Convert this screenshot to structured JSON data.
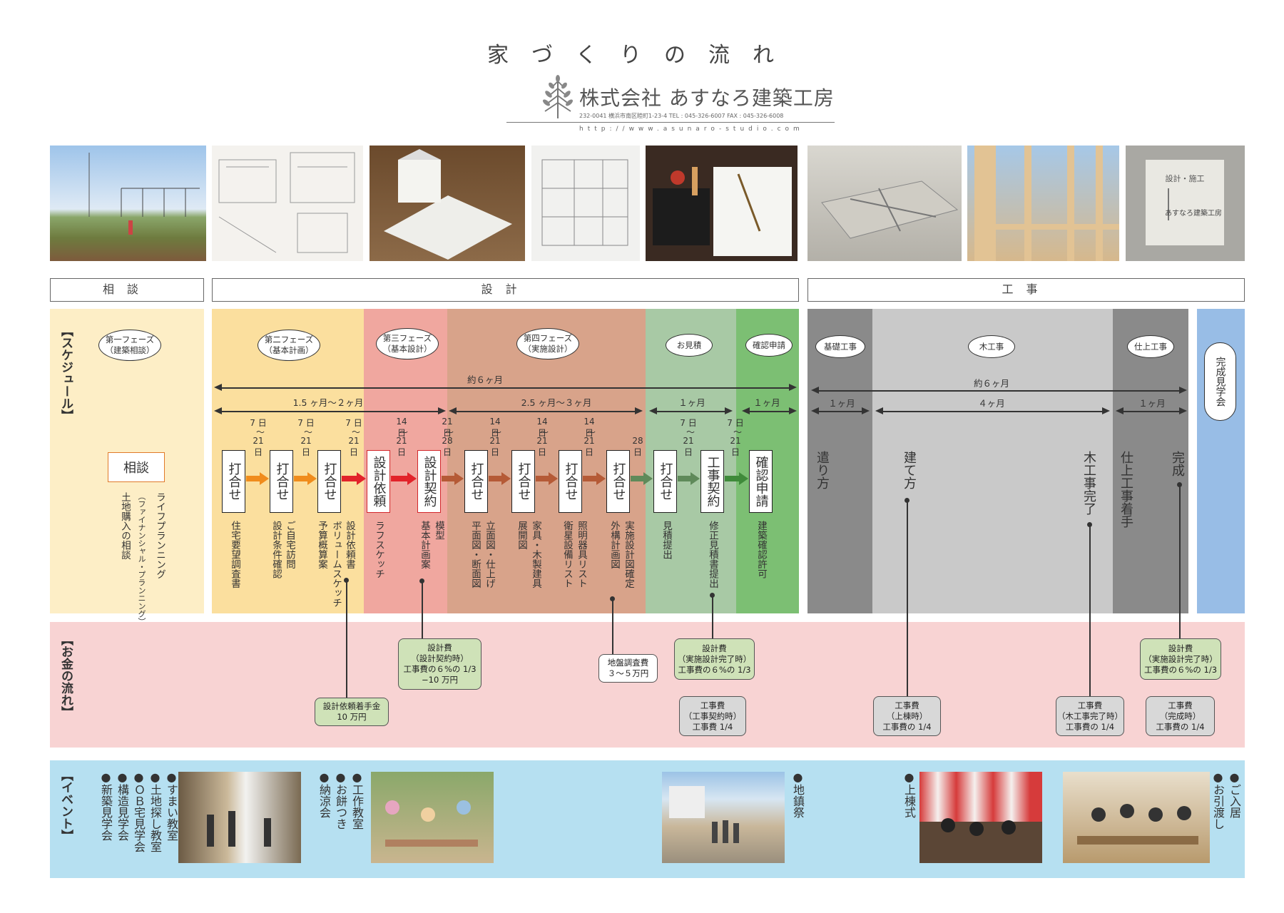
{
  "header": {
    "title": "家づくりの流れ",
    "company": "株式会社 あすなろ建築工房",
    "address": "232-0041 横浜市南区睦町1-23-4  TEL : 045-326-6007 FAX : 045-326-6008",
    "url": "http://www.asunaro-studio.com"
  },
  "photos": [
    {
      "name": "site-photo",
      "alt": "土地"
    },
    {
      "name": "plans-photo",
      "alt": "図面"
    },
    {
      "name": "model-photo",
      "alt": "模型"
    },
    {
      "name": "drawings-photo",
      "alt": "実施図面"
    },
    {
      "name": "contract-photo",
      "alt": "契約"
    },
    {
      "name": "foundation-photo",
      "alt": "基礎"
    },
    {
      "name": "framing-photo",
      "alt": "木工事"
    },
    {
      "name": "sign-photo",
      "alt": "看板"
    }
  ],
  "categories": {
    "consult": "相談",
    "design": "設計",
    "construction": "工事"
  },
  "sections": {
    "schedule": "【スケジュール】",
    "money": "【お金の流れ】",
    "events": "【イベント】"
  },
  "phases": {
    "p1": {
      "l1": "第一フェーズ",
      "l2": "（建築相談）"
    },
    "p2": {
      "l1": "第二フェーズ",
      "l2": "（基本計画）"
    },
    "p3": {
      "l1": "第三フェーズ",
      "l2": "（基本設計）"
    },
    "p4": {
      "l1": "第四フェーズ",
      "l2": "（実施設計）"
    },
    "estimate": "お見積",
    "confirm": "確認申請",
    "foundation": "基礎工事",
    "carpentry": "木工事",
    "finish": "仕上工事",
    "openhouse": "完成見学会"
  },
  "durations": {
    "design_total": "約６ヶ月",
    "plan": "1.5 ヶ月〜２ヶ月",
    "detail": "2.5 ヶ月〜３ヶ月",
    "estimate": "１ヶ月",
    "confirm": "１ヶ月",
    "build_total": "約６ヶ月",
    "foundation": "１ヶ月",
    "carpentry": "４ヶ月",
    "finish": "１ヶ月"
  },
  "days": {
    "d7": "7 日",
    "d14": "14 日",
    "d21": "21 日",
    "d28": "28 日",
    "tilde": "〜"
  },
  "steps": {
    "consult": "相談",
    "meeting": "打合せ",
    "request": "設計依頼",
    "contract": "設計契約",
    "construct_contract": "工事契約",
    "application": "確認申請"
  },
  "descs": {
    "consult_1": "ライフプランニング",
    "consult_2": "（ファイナンシャル・プランニング）",
    "consult_3": "土地購入の相談",
    "m1": "住宅要望調査書",
    "m2a": "ご自宅訪問",
    "m2b": "設計条件確認",
    "m3a": "ボリュームスケッチ",
    "m3b": "予算概算案",
    "m3c": "設計依頼書",
    "req": "ラフスケッチ",
    "con_a": "模型",
    "con_b": "基本計画案",
    "d1a": "立面図・仕上げ",
    "d1b": "平面図・断面図",
    "d2a": "家具・木製建具",
    "d2b": "展開図",
    "d3a": "照明器具リスト",
    "d3b": "衛星設備リスト",
    "d4a": "実施設計図確定",
    "d4b": "外構計画図",
    "est": "見積提出",
    "est2": "修正見積書提出",
    "app": "建築確認許可"
  },
  "construction_words": {
    "w1": "遣り方",
    "w2": "建て方",
    "w3": "木工事完了",
    "w4": "仕上工事着手",
    "w5": "完成"
  },
  "money": {
    "deposit": {
      "l1": "設計依頼着手金",
      "l2": "10 万円"
    },
    "fee1": {
      "l1": "設計費",
      "l2": "（設計契約時）",
      "l3": "工事費の６%の 1/3",
      "l4": "−10 万円"
    },
    "survey": {
      "l1": "地盤調査費",
      "l2": "３〜５万円"
    },
    "fee2": {
      "l1": "設計費",
      "l2": "（実施設計完了時）",
      "l3": "工事費の６%の 1/3"
    },
    "build1": {
      "l1": "工事費",
      "l2": "（工事契約時）",
      "l3": "工事費 1/4"
    },
    "build2": {
      "l1": "工事費",
      "l2": "（上棟時）",
      "l3": "工事費の 1/4"
    },
    "build3": {
      "l1": "工事費",
      "l2": "（木工事完了時）",
      "l3": "工事費の 1/4"
    },
    "fee3": {
      "l1": "設計費",
      "l2": "（実施設計完了時）",
      "l3": "工事費の６%の 1/3"
    },
    "build4": {
      "l1": "工事費",
      "l2": "（完成時）",
      "l3": "工事費の 1/4"
    }
  },
  "events": {
    "e1": [
      "すまい教室",
      "土地探し教室",
      "ＯＢ宅見学会",
      "構造見学会",
      "新築見学会"
    ],
    "e2": [
      "工作教室",
      "お餅つき",
      "納涼会"
    ],
    "e3": [
      "地鎮祭"
    ],
    "e4": [
      "上棟式"
    ],
    "e5": [
      "ご入居",
      "お引渡し"
    ]
  },
  "colors": {
    "consult_bg": "#fdeec6",
    "plan_bg": "#fbdf9e",
    "basic_bg": "#f0a79f",
    "detail_bg": "#d8a38a",
    "estimate_bg": "#a8c9a5",
    "confirm_bg": "#7cbf73",
    "dark_gray": "#8a8a8a",
    "light_gray": "#c9c9c9",
    "blue": "#98bde6",
    "money_bg": "#f8d3d3",
    "event_bg": "#b6e0f1",
    "money_green": "#cfe2b8",
    "money_gray": "#d8d8d8"
  }
}
